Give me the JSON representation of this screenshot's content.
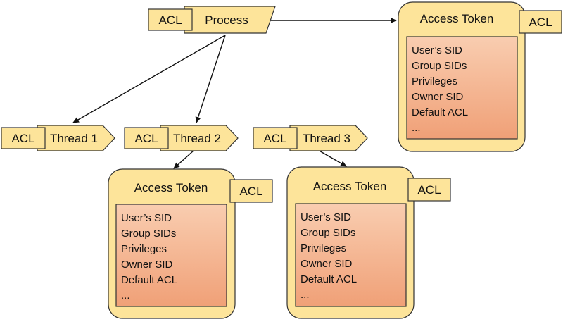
{
  "process": {
    "acl_label": "ACL",
    "label": "Process"
  },
  "threads": [
    {
      "acl_label": "ACL",
      "label": "Thread 1"
    },
    {
      "acl_label": "ACL",
      "label": "Thread 2"
    },
    {
      "acl_label": "ACL",
      "label": "Thread 3"
    }
  ],
  "tokens": [
    {
      "title": "Access Token",
      "acl_label": "ACL",
      "fields": [
        "User’s SID",
        "Group SIDs",
        "Privileges",
        "Owner SID",
        "Default ACL",
        "..."
      ]
    },
    {
      "title": "Access Token",
      "acl_label": "ACL",
      "fields": [
        "User’s SID",
        "Group SIDs",
        "Privileges",
        "Owner SID",
        "Default ACL",
        "..."
      ]
    },
    {
      "title": "Access Token",
      "acl_label": "ACL",
      "fields": [
        "User’s SID",
        "Group SIDs",
        "Privileges",
        "Owner SID",
        "Default ACL",
        "..."
      ]
    }
  ],
  "colors": {
    "box_fill": "#fde49a",
    "box_stroke": "#333333",
    "inner_top": "#f9cdb0",
    "inner_bottom": "#f0a077",
    "arrow": "#111111"
  }
}
